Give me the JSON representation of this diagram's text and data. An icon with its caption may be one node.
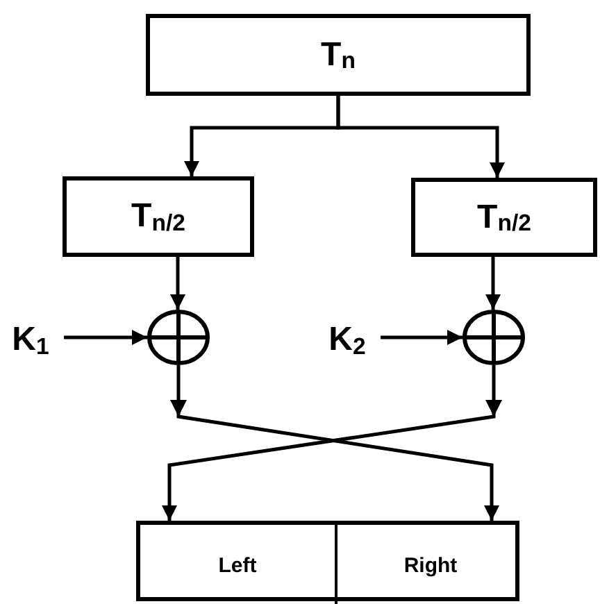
{
  "diagram": {
    "nodes": [
      {
        "text": [
          "T$_{n}$"
        ]
      },
      {
        "text": [
          "T$_{n/2}$"
        ]
      },
      {
        "text": [
          "T$_{n/2}$"
        ]
      },
      {
        "text": [
          "K$_{1}$"
        ]
      },
      {
        "text": [],
        "shape": "circle"
      },
      {
        "text": [
          "K$_{2}$"
        ]
      },
      {
        "text": [],
        "shape": "circle"
      },
      {
        "text": [],
        "shape": "box"
      },
      {
        "text": [
          "Left"
        ],
        "in": 7
      },
      {
        "text": [
          "Right"
        ],
        "in": 7
      }
    ],
    "edges": [
      {
        "from": 0,
        "to": 1,
        "arrow": "to"
      },
      {
        "from": 0,
        "to": 2,
        "arrow": "to"
      },
      {
        "from": 1,
        "to": 4,
        "arrow": "to"
      },
      {
        "from": 2,
        "to": 6,
        "arrow": "to"
      },
      {
        "from": 3,
        "to": 4,
        "arrow": "to"
      },
      {
        "from": 5,
        "to": 6,
        "arrow": "to"
      },
      {
        "from": 4,
        "to": 9,
        "arrow": "to"
      },
      {
        "from": 6,
        "to": 8,
        "arrow": "to"
      }
    ]
  }
}
